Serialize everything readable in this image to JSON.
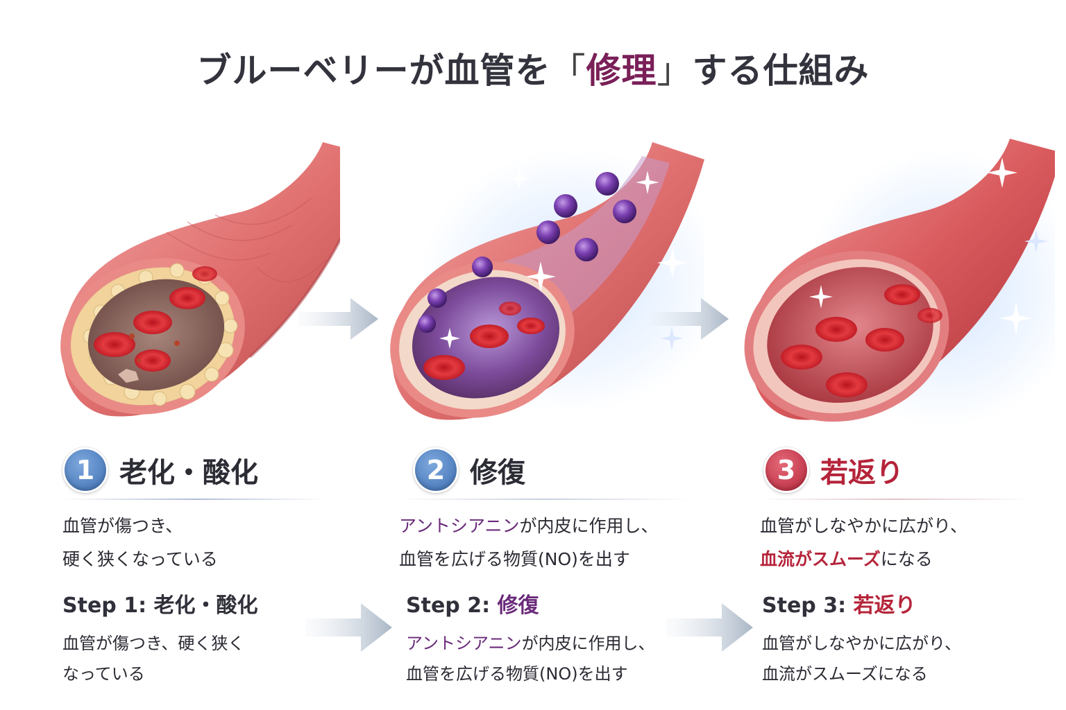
{
  "title": {
    "pre": "ブルーベリーが血管を",
    "open": "「",
    "highlight": "修理",
    "close": "」",
    "post": "する仕組み"
  },
  "colors": {
    "blue_badge": "#4a7cc0",
    "red_badge": "#c42e44",
    "purple_text": "#6a2a7a",
    "red_text": "#b5243a"
  },
  "icons": [
    "sparkle-icon",
    "right-arrow-icon",
    "number-badge"
  ],
  "panels": [
    {
      "num": "1",
      "heading": "老化・酸化",
      "line1": "血管が傷つき、",
      "line2": "硬く狭くなっている"
    },
    {
      "num": "2",
      "heading": "修復",
      "line1_hl": "アントシアニン",
      "line1_rest": "が内皮に作用し、",
      "line2": "血管を広げる物質(NO)を出す"
    },
    {
      "num": "3",
      "heading": "若返り",
      "line1": "血管がしなやかに広がり、",
      "line2_hl": "血流がスムーズ",
      "line2_rest": "になる"
    }
  ],
  "steps": [
    {
      "label": "Step 1: ",
      "name": "老化・酸化",
      "line1": "血管が傷つき、硬く狭く",
      "line2": "なっている"
    },
    {
      "label": "Step 2: ",
      "name": "修復",
      "line1_hl": "アントシアニン",
      "line1_rest": "が内皮に作用し、",
      "line2": "血管を広げる物質(NO)を出す"
    },
    {
      "label": "Step 3: ",
      "name": "若返り",
      "line1": "血管がしなやかに広がり、",
      "line2": "血流がスムーズになる"
    }
  ]
}
